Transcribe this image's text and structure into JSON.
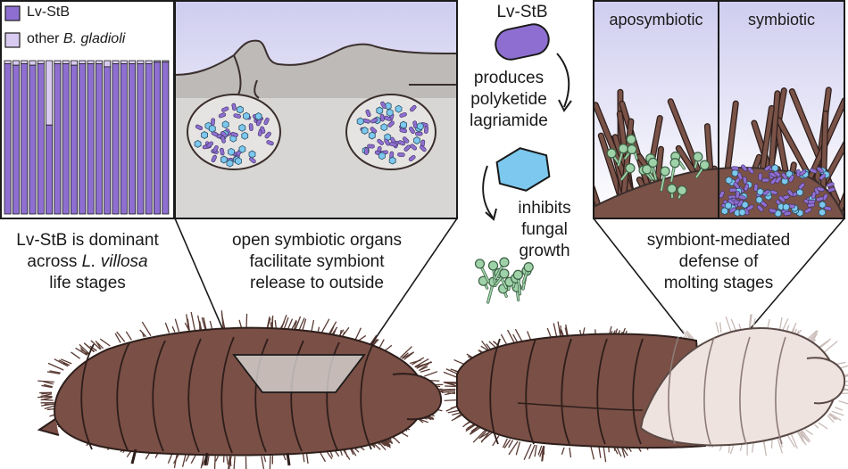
{
  "legend": {
    "items": [
      {
        "label": "Lv-StB",
        "color": "#8e6fd1"
      },
      {
        "label": "other ",
        "label_italic": "B. gladioli",
        "color": "#d9caf1"
      }
    ]
  },
  "panel_a": {
    "caption": [
      "Lv-StB is dominant",
      "across ",
      "L. villosa",
      "life stages"
    ],
    "bar_fractions_lvstb": [
      0.98,
      0.97,
      0.98,
      0.97,
      0.98,
      0.58,
      0.98,
      0.98,
      0.97,
      0.98,
      0.98,
      0.98,
      0.96,
      0.98,
      0.98,
      0.98,
      0.98,
      0.98,
      0.99,
      0.99
    ]
  },
  "panel_b": {
    "caption": [
      "open symbiotic organs",
      "facilitate symbiont",
      "release to outside"
    ]
  },
  "panel_c": {
    "title": "Lv-StB",
    "produces": [
      "produces",
      "polyketide",
      "lagriamide"
    ],
    "inhibits": [
      "inhibits",
      "fungal",
      "growth"
    ]
  },
  "panel_d": {
    "headers": [
      "aposymbiotic",
      "symbiotic"
    ],
    "caption": [
      "symbiont-mediated",
      "defense of",
      "molting stages"
    ]
  },
  "colors": {
    "lvstb": "#8e6fd1",
    "other": "#d9caf1",
    "hexagon": "#7cc8ee",
    "fungus": "#9fd2a8",
    "larva": "#7a4f45",
    "molt": "#efe3df",
    "organ_bg": "#dcdaf0"
  }
}
